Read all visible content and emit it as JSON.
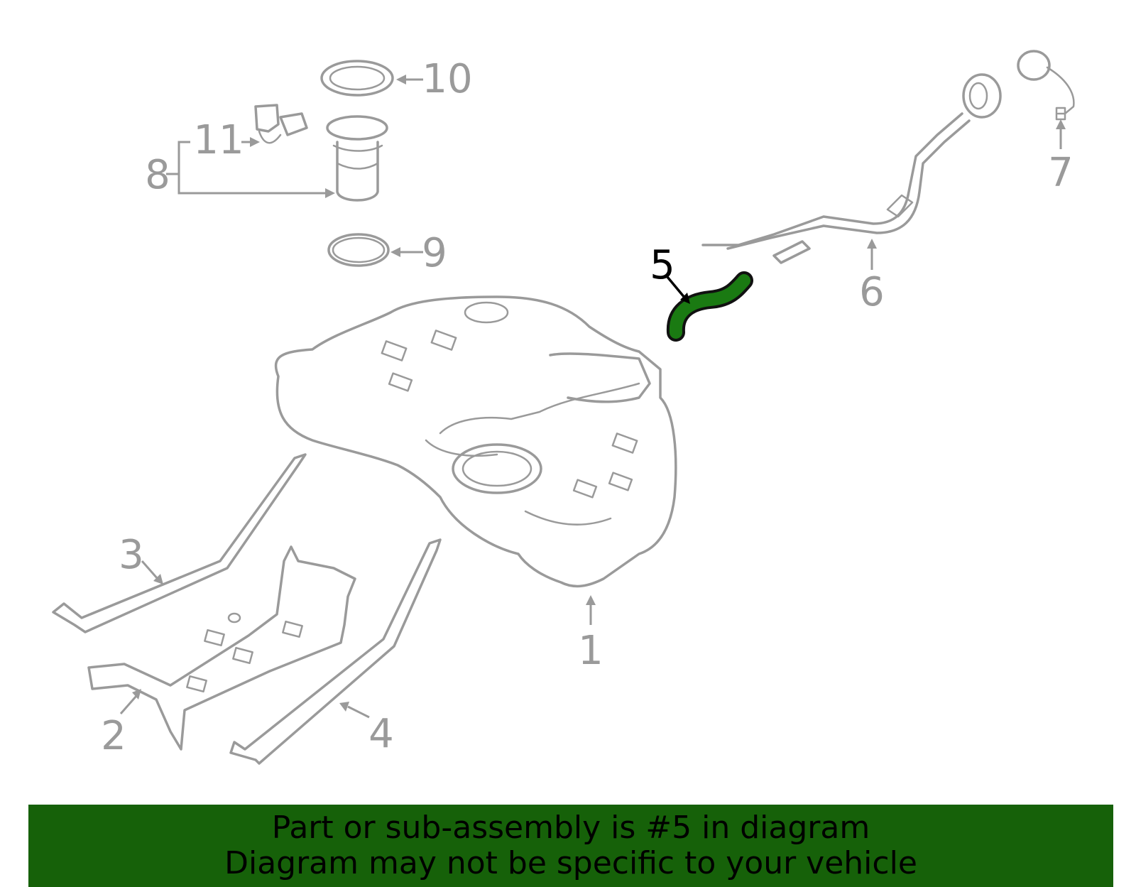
{
  "diagram": {
    "highlighted_part": "5",
    "colors": {
      "highlight": "#1a7a12",
      "banner": "#166109",
      "part_lines": "#9a9a9a"
    },
    "callouts": [
      {
        "id": "c1",
        "label": "1"
      },
      {
        "id": "c2",
        "label": "2"
      },
      {
        "id": "c3",
        "label": "3"
      },
      {
        "id": "c4",
        "label": "4"
      },
      {
        "id": "c5",
        "label": "5"
      },
      {
        "id": "c6",
        "label": "6"
      },
      {
        "id": "c7",
        "label": "7"
      },
      {
        "id": "c8",
        "label": "8"
      },
      {
        "id": "c9",
        "label": "9"
      },
      {
        "id": "c10",
        "label": "10"
      },
      {
        "id": "c11",
        "label": "11"
      }
    ]
  },
  "banner": {
    "line1": "Part or sub-assembly is #5 in diagram",
    "line2": "Diagram may not be specific to your vehicle"
  }
}
